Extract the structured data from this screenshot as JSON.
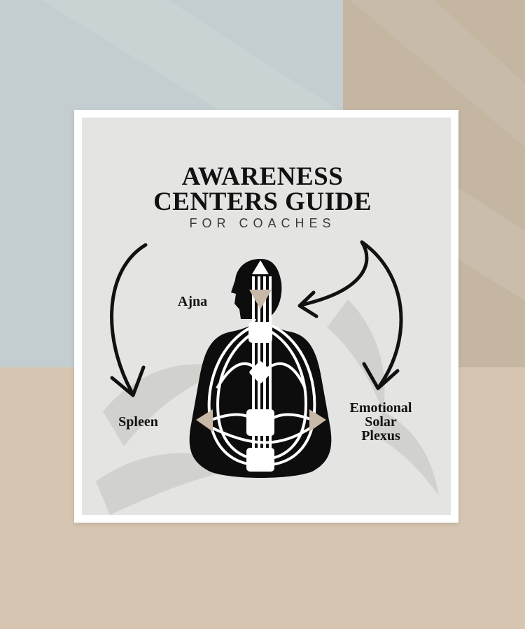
{
  "title_line1": "AWARENESS",
  "title_line2": "CENTERS GUIDE",
  "subtitle": "FOR COACHES",
  "labels": {
    "ajna": "Ajna",
    "spleen": "Spleen",
    "solar_plexus_line1": "Emotional",
    "solar_plexus_line2": "Solar",
    "solar_plexus_line3": "Plexus"
  },
  "colors": {
    "background_blue": "#c4ced0",
    "background_beige": "#d6c6b1",
    "background_taupe": "#c5b6a2",
    "card_frame": "#ffffff",
    "card_fill": "#e4e4e2",
    "silhouette": "#0d0d0d",
    "awareness_center": "#c8b8a8",
    "channel": "#ffffff"
  },
  "icons": [
    "curved-arrow-left-icon",
    "curved-arrow-right-icon",
    "human-design-bodygraph-icon"
  ]
}
